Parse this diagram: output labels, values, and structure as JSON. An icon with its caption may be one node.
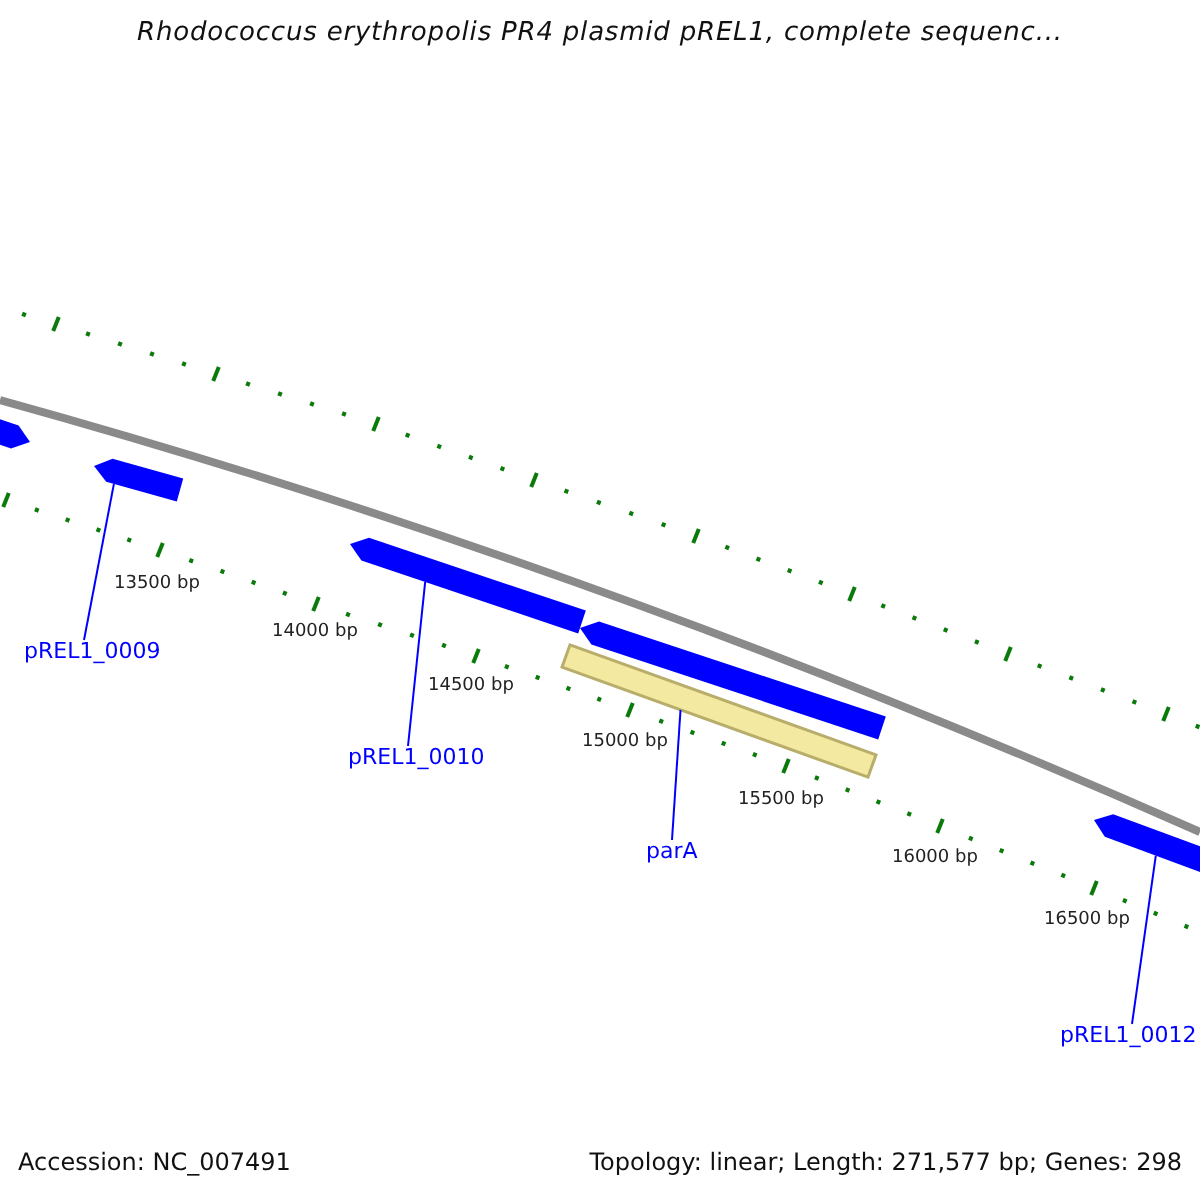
{
  "diagram": {
    "title": "Rhodococcus erythropolis PR4 plasmid pREL1, complete sequenc...",
    "nodes": [
      {
        "text": [],
        "shape": "bar"
      },
      {
        "text": [],
        "shape": "bar"
      },
      {
        "text": [],
        "shape": "bar"
      },
      {
        "text": [],
        "shape": "bar"
      },
      {
        "text": [],
        "shape": "bar"
      },
      {
        "text": [],
        "shape": "bar"
      },
      {
        "text": [
          "pREL1_0009"
        ]
      },
      {
        "text": [
          "pREL1_0010"
        ]
      },
      {
        "text": [
          "parA"
        ]
      },
      {
        "text": [
          "pREL1_0012"
        ]
      }
    ],
    "edges": [
      {
        "from": 6,
        "to": 1,
        "arrow": "none"
      },
      {
        "from": 7,
        "to": 2,
        "arrow": "none"
      },
      {
        "from": 8,
        "to": 3,
        "arrow": "none"
      },
      {
        "from": 9,
        "to": 5,
        "arrow": "none"
      }
    ],
    "labels": [
      "13500 bp",
      "14000 bp",
      "14500 bp",
      "15000 bp",
      "15500 bp",
      "16000 bp",
      "16500 bp",
      "Accession: NC_007491",
      "Topology: linear; Length: 271,577 bp; Genes: 298"
    ]
  }
}
